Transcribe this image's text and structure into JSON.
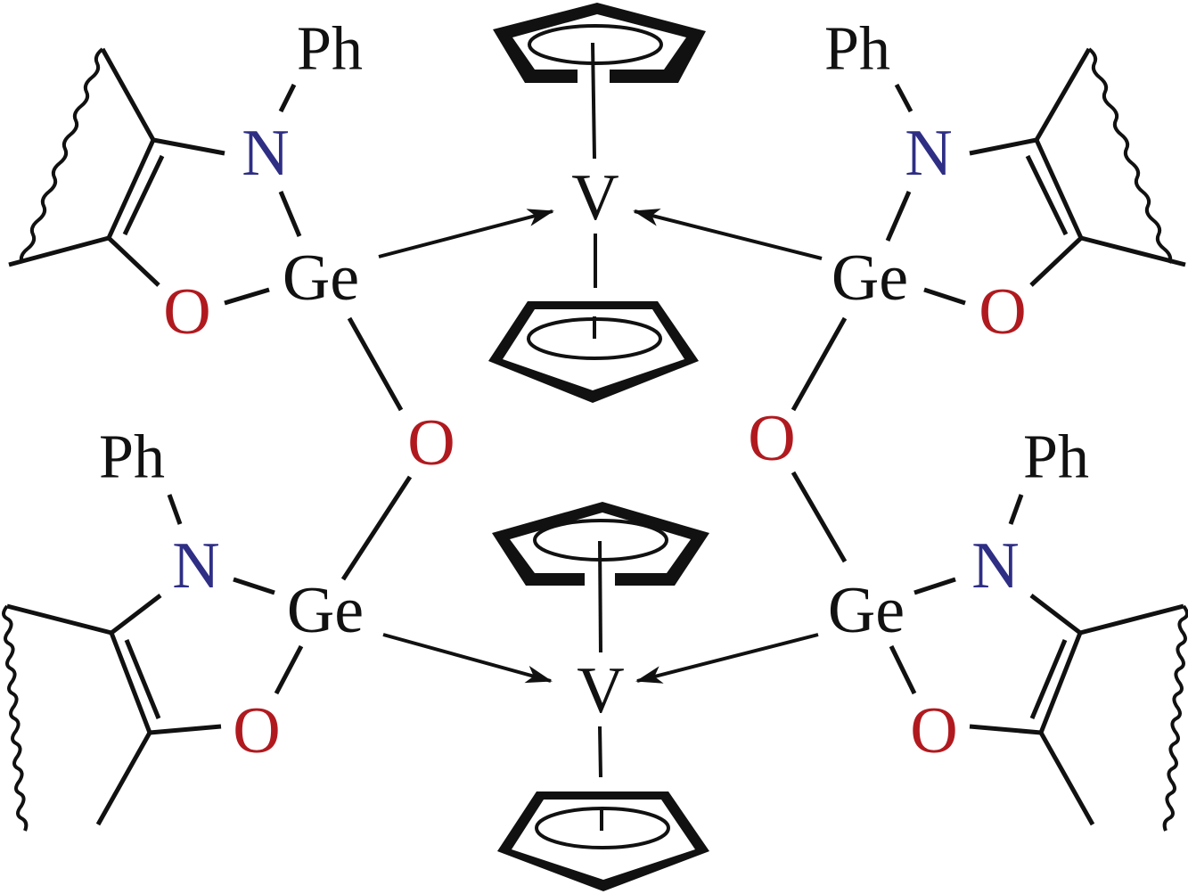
{
  "diagram": {
    "type": "chemical-structure",
    "colors": {
      "N": "#2e2e85",
      "O": "#b01a1f",
      "other": "#111111"
    },
    "atoms": {
      "ph_tl": "Ph",
      "n_tl": "N",
      "ge_tl": "Ge",
      "o_tl": "O",
      "ph_tr": "Ph",
      "n_tr": "N",
      "ge_tr": "Ge",
      "o_tr": "O",
      "ph_bl": "Ph",
      "n_bl": "N",
      "ge_bl": "Ge",
      "o_bl": "O",
      "ph_br": "Ph",
      "n_br": "N",
      "ge_br": "Ge",
      "o_br": "O",
      "o_bridge_left": "O",
      "o_bridge_right": "O",
      "v_top": "V",
      "v_bottom": "V"
    },
    "ligands": [
      "cyclopentadienyl",
      "cyclopentadienyl",
      "cyclopentadienyl",
      "cyclopentadienyl"
    ]
  }
}
